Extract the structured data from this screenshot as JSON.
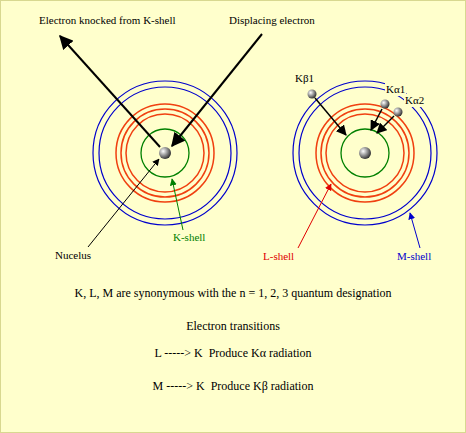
{
  "diagram": {
    "labels": [
      "Electron knocked from K-shell",
      "Displacing electron",
      "Kβ1",
      "Kα1",
      "Kα2",
      "Nucelus",
      "K-shell",
      "L-shell",
      "M-shell",
      "K, L, M are synonymous with the n = 1, 2, 3 quantum designation",
      "Electron transitions",
      "L -----> K  Produce Kα radiation",
      "M -----> K  Produce Kβ radiation"
    ]
  }
}
